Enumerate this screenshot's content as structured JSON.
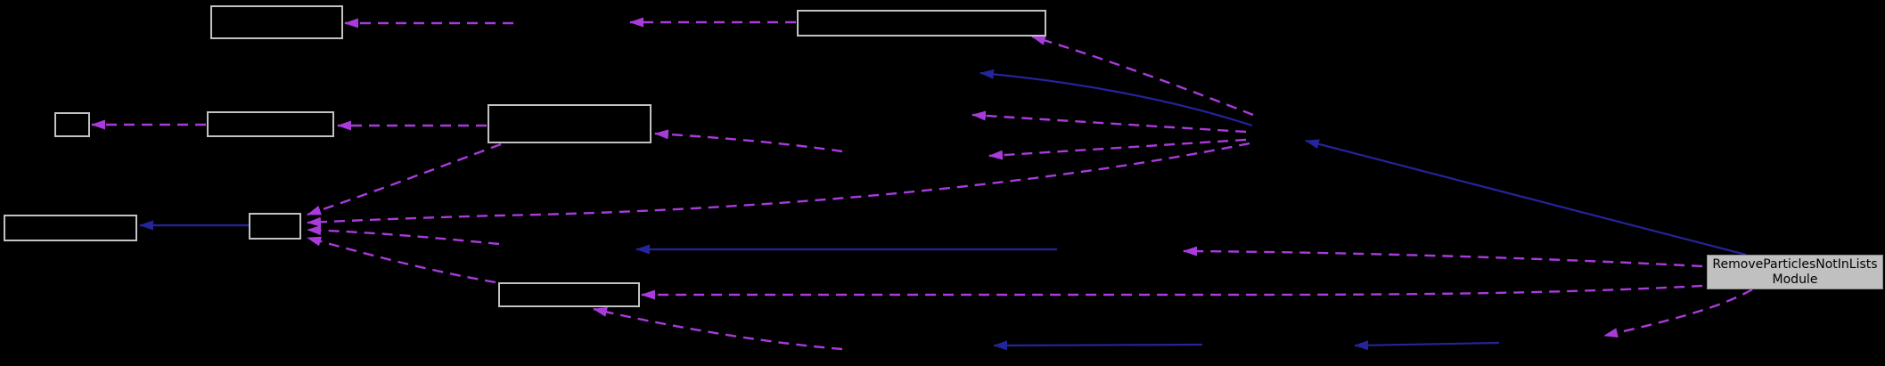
{
  "diagram": {
    "type": "module-dependency-graph",
    "module_node": {
      "line1": "RemoveParticlesNotInLists",
      "line2": "Module",
      "full_label": "RemoveParticlesNotInLists Module"
    },
    "colors": {
      "background": "#000000",
      "node_border": "#C2C2C2",
      "node_fill": "#000000",
      "module_fill": "#C0C0C0",
      "module_border": "#8C8C8C",
      "module_text": "#000000",
      "dashed_edge": "#A93BDB",
      "solid_edge": "#24249C"
    },
    "nodes": [
      {
        "id": "box-a",
        "label": "",
        "kind": "plain-box"
      },
      {
        "id": "box-b",
        "label": "",
        "kind": "plain-box"
      },
      {
        "id": "box-c",
        "label": "",
        "kind": "plain-box"
      },
      {
        "id": "box-d",
        "label": "",
        "kind": "plain-box"
      },
      {
        "id": "box-e",
        "label": "",
        "kind": "plain-box"
      },
      {
        "id": "box-f",
        "label": "",
        "kind": "plain-box"
      },
      {
        "id": "box-g",
        "label": "",
        "kind": "plain-box"
      },
      {
        "id": "box-i",
        "label": "",
        "kind": "plain-box"
      },
      {
        "id": "module",
        "label": "RemoveParticlesNotInLists Module",
        "kind": "highlighted-box"
      }
    ],
    "edges": [
      {
        "from": "hidden-a",
        "to": "box-a",
        "style": "dashed"
      },
      {
        "from": "box-b",
        "to": "hidden-a",
        "style": "dashed"
      },
      {
        "from": "box-d",
        "to": "box-c",
        "style": "dashed"
      },
      {
        "from": "box-e",
        "to": "box-d",
        "style": "dashed"
      },
      {
        "from": "hidden-e",
        "to": "box-e",
        "style": "dashed"
      },
      {
        "from": "hidden-b",
        "to": "box-b",
        "style": "dashed"
      },
      {
        "from": "hidden-b",
        "to": "hidden-d",
        "style": "dashed"
      },
      {
        "from": "hidden-b",
        "to": "hidden-e",
        "style": "dashed"
      },
      {
        "from": "hidden-b",
        "to": "box-g",
        "style": "dashed"
      },
      {
        "from": "box-e",
        "to": "box-g",
        "style": "dashed"
      },
      {
        "from": "hidden-f",
        "to": "box-g",
        "style": "dashed"
      },
      {
        "from": "box-i",
        "to": "box-g",
        "style": "dashed"
      },
      {
        "from": "module",
        "to": "hidden-g",
        "style": "dashed"
      },
      {
        "from": "module",
        "to": "box-i",
        "style": "dashed"
      },
      {
        "from": "module",
        "to": "hidden-j",
        "style": "dashed"
      },
      {
        "from": "hidden-h",
        "to": "box-i",
        "style": "dashed"
      },
      {
        "from": "box-g",
        "to": "box-f",
        "style": "solid"
      },
      {
        "from": "hidden-b",
        "to": "hidden-c",
        "style": "solid"
      },
      {
        "from": "module",
        "to": "hidden-b",
        "style": "solid"
      },
      {
        "from": "hidden-g",
        "to": "hidden-f",
        "style": "solid"
      },
      {
        "from": "hidden-i",
        "to": "hidden-h",
        "style": "solid"
      },
      {
        "from": "hidden-j",
        "to": "hidden-i",
        "style": "solid"
      }
    ]
  }
}
